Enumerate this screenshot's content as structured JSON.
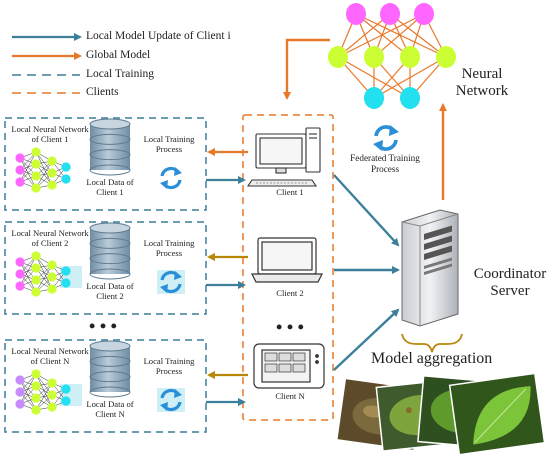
{
  "legend": [
    {
      "label": "Local Model Update of Client i",
      "color": "#3b7f9a",
      "style": "solid"
    },
    {
      "label": "Global Model",
      "color": "#e8782a",
      "style": "solid"
    },
    {
      "label": "Local Training",
      "color": "#3b7f9a",
      "style": "dashed"
    },
    {
      "label": "Clients",
      "color": "#e8782a",
      "style": "dashed"
    }
  ],
  "clients": [
    {
      "network_label": "Local Neural Network of Client 1",
      "data_label": "Local Data of Client 1",
      "process_label": "Local Training Process",
      "device_label": "Client 1",
      "device": "desktop-computer"
    },
    {
      "network_label": "Local Neural Network of Client 2",
      "data_label": "Local Data of Client 2",
      "process_label": "Local Training Process",
      "device_label": "Client 2",
      "device": "laptop"
    },
    {
      "network_label": "Local Neural Network of Client N",
      "data_label": "Local Data of Client N",
      "process_label": "Local Training Process",
      "device_label": "Client N",
      "device": "tablet"
    }
  ],
  "ellipsis": "• • •",
  "federated_label": "Federated Training Process",
  "neural_network_label": "Neural Network",
  "server_label": "Coordinator Server",
  "aggregation_label": "Model aggregation",
  "colors": {
    "update_arrow": "#3b7f9a",
    "global_arrow": "#e8782a",
    "global_arrow_client": "#b8860b",
    "nn_top": "#ff66ff",
    "nn_mid": "#ccff33",
    "nn_bottom": "#22e0f0",
    "nn_edge": "#e8782a",
    "database": "#8aa5b8",
    "sync_icon": "#2a8fd6"
  }
}
